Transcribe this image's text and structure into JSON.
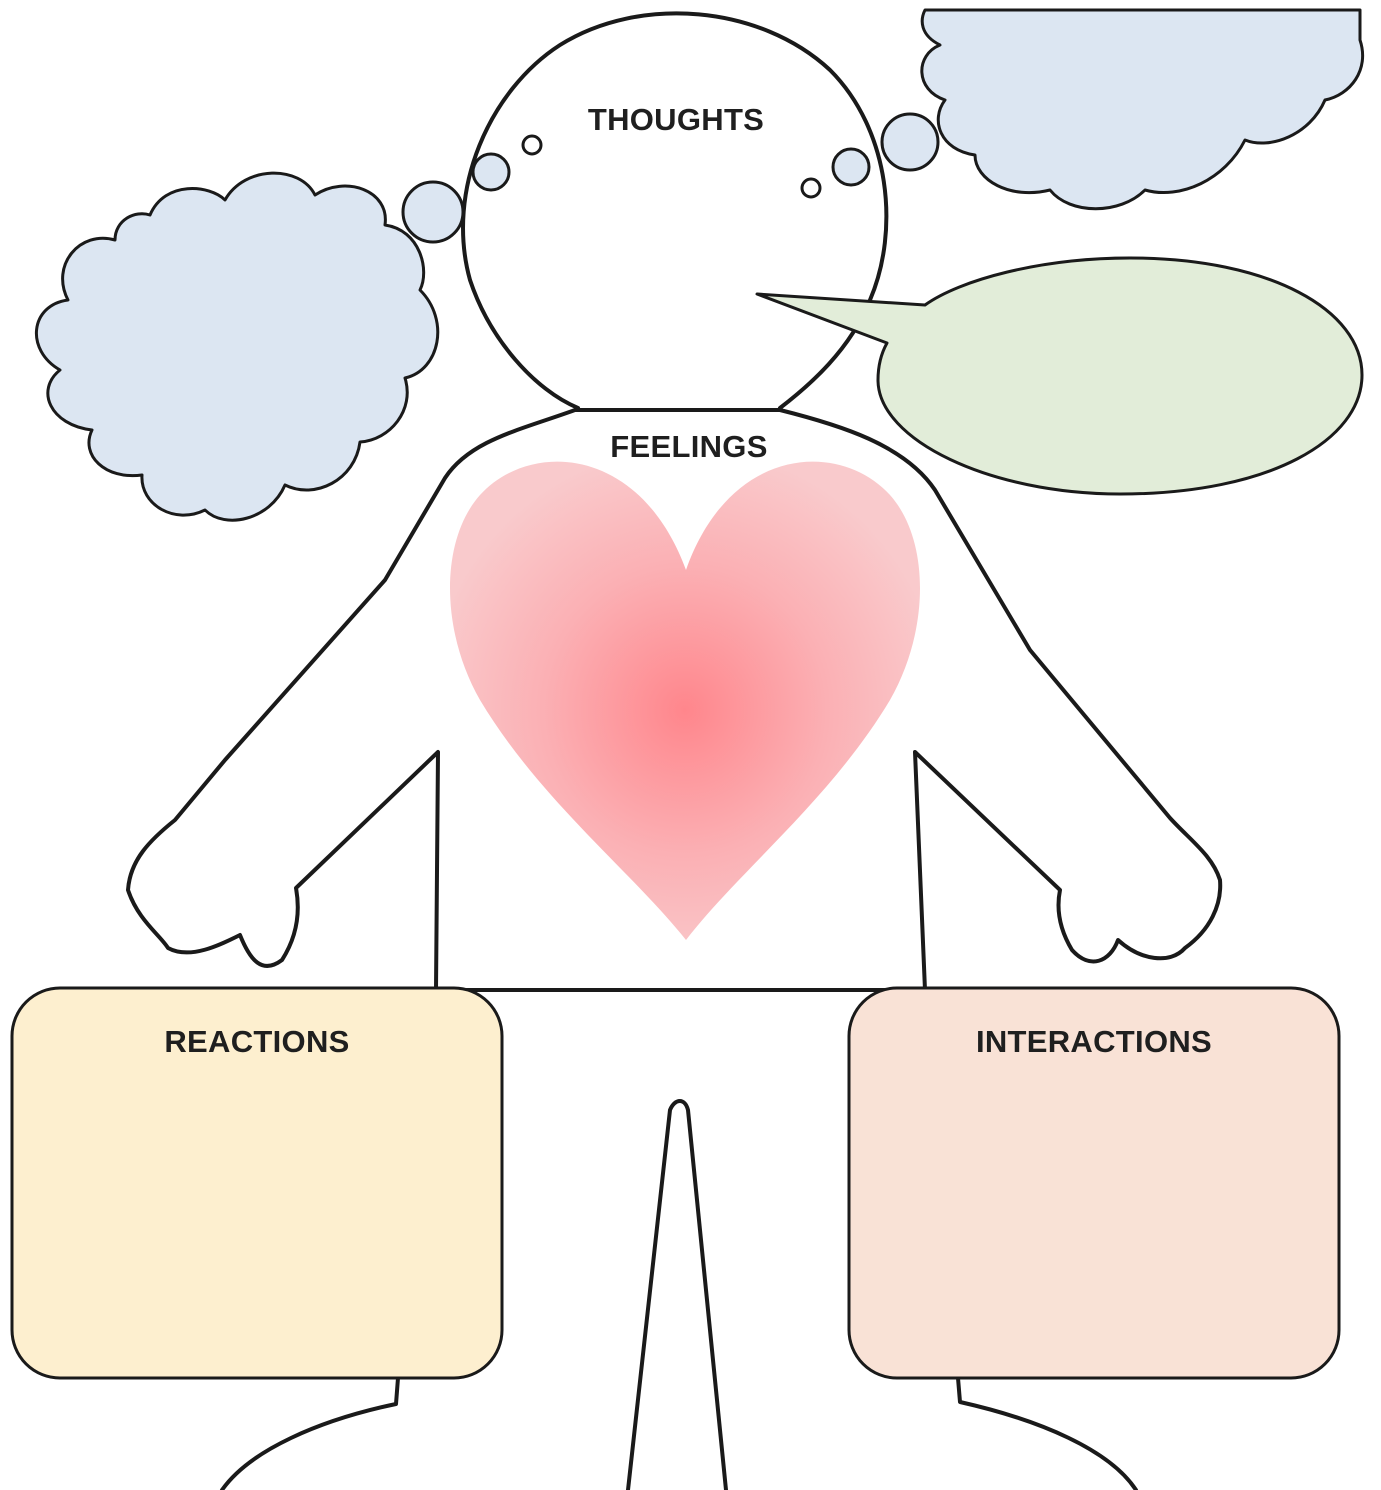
{
  "labels": {
    "thoughts": "THOUGHTS",
    "feelings": "FEELINGS",
    "reactions": "REACTIONS",
    "interactions": "INTERACTIONS"
  },
  "colors": {
    "thought_cloud": "#dce6f2",
    "speech_bubble": "#e2edd9",
    "reactions_box": "#fdefcf",
    "interactions_box": "#f9e2d6",
    "heart_center": "#ff8a8f",
    "heart_edge": "#f8c6c8",
    "outline": "#1a1a1a"
  }
}
